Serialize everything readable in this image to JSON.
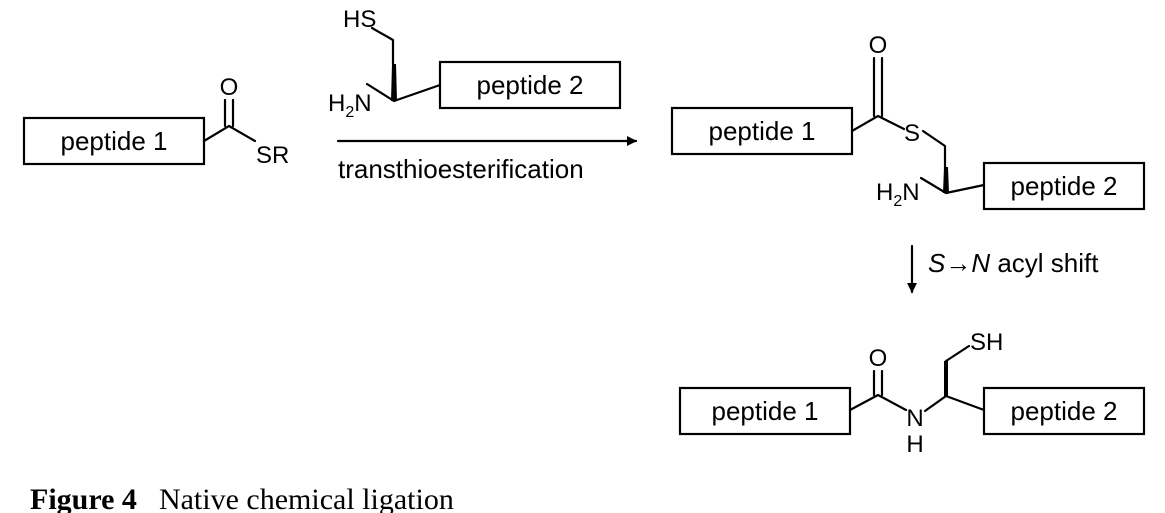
{
  "boxes": {
    "peptide1": "peptide 1",
    "peptide2": "peptide 2"
  },
  "atoms": {
    "oxygen": "O",
    "sulfur": "S",
    "thioester_sr": "SR",
    "thiol_hs": "HS",
    "thiol_sh": "SH",
    "amine_h": "H",
    "amine_sub": "2",
    "amine_n": "N",
    "nitrogen": "N",
    "hydrogen": "H"
  },
  "steps": {
    "step1": "transthioesterification",
    "step2_s": "S",
    "step2_arrow": "→",
    "step2_n": "N",
    "step2_rest": " acyl shift"
  },
  "caption": {
    "label": "Figure 4",
    "text": "Native chemical ligation"
  }
}
